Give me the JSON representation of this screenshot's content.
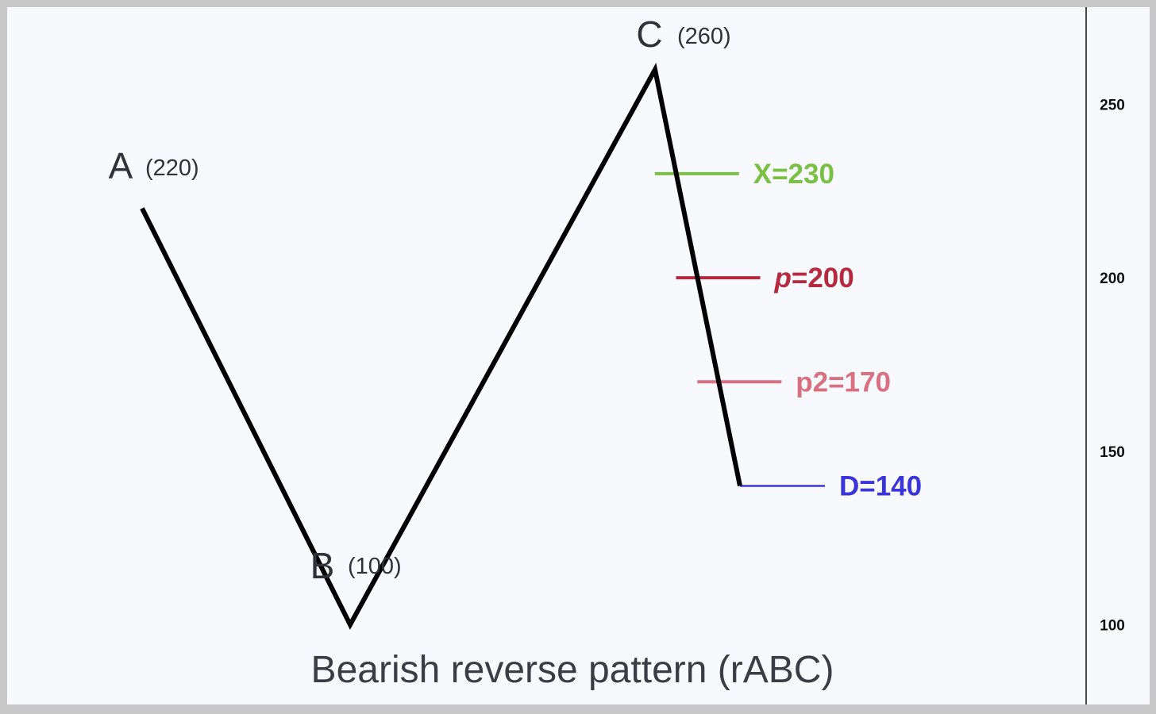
{
  "chart_data": {
    "type": "line",
    "title": "Bearish reverse pattern (rABC)",
    "xlabel": "",
    "ylabel": "",
    "ylim": [
      77,
      278
    ],
    "yticks": [
      100,
      150,
      200,
      250
    ],
    "grid": false,
    "series": [
      {
        "points": [
          {
            "label": "A",
            "value": 220,
            "value_text": "(220)"
          },
          {
            "label": "B",
            "value": 100,
            "value_text": "(100)"
          },
          {
            "label": "C",
            "value": 260,
            "value_text": "(260)"
          },
          {
            "label": "",
            "value": 140,
            "value_text": ""
          }
        ]
      }
    ],
    "levels": [
      {
        "prefix": "X",
        "text": "=230",
        "value": 230,
        "color": "#7ac143",
        "italic_prefix": false
      },
      {
        "prefix": "p",
        "text": "=200",
        "value": 200,
        "color": "#b52a3c",
        "italic_prefix": true
      },
      {
        "prefix": "p2",
        "text": "=170",
        "value": 170,
        "color": "#d9707f",
        "italic_prefix": false
      },
      {
        "prefix": "D",
        "text": "=140",
        "value": 140,
        "color": "#3b34d8",
        "italic_prefix": false
      }
    ]
  }
}
